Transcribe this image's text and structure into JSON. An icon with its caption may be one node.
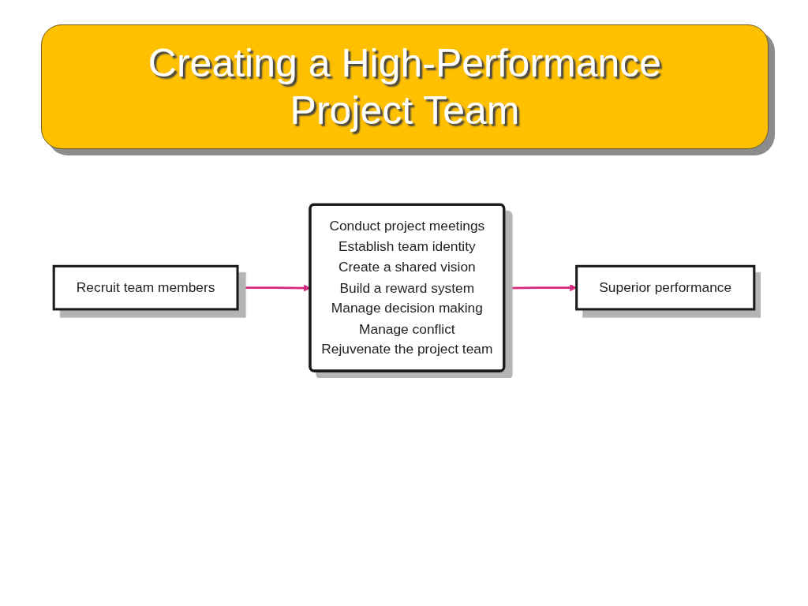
{
  "diagram": {
    "title": "Creating a High-Performance Project Team",
    "nodes": [
      {
        "text": [
          "Recruit team members"
        ]
      },
      {
        "text": [
          "Conduct project meetings",
          "Establish team identity",
          "Create a shared vision",
          "Build a reward system",
          "Manage decision making",
          "Manage conflict",
          "Rejuvenate the project team"
        ]
      },
      {
        "text": [
          "Superior performance"
        ]
      }
    ],
    "edges": [
      {
        "from": 0,
        "to": 1,
        "arrow": "to"
      },
      {
        "from": 1,
        "to": 2,
        "arrow": "to"
      }
    ]
  }
}
